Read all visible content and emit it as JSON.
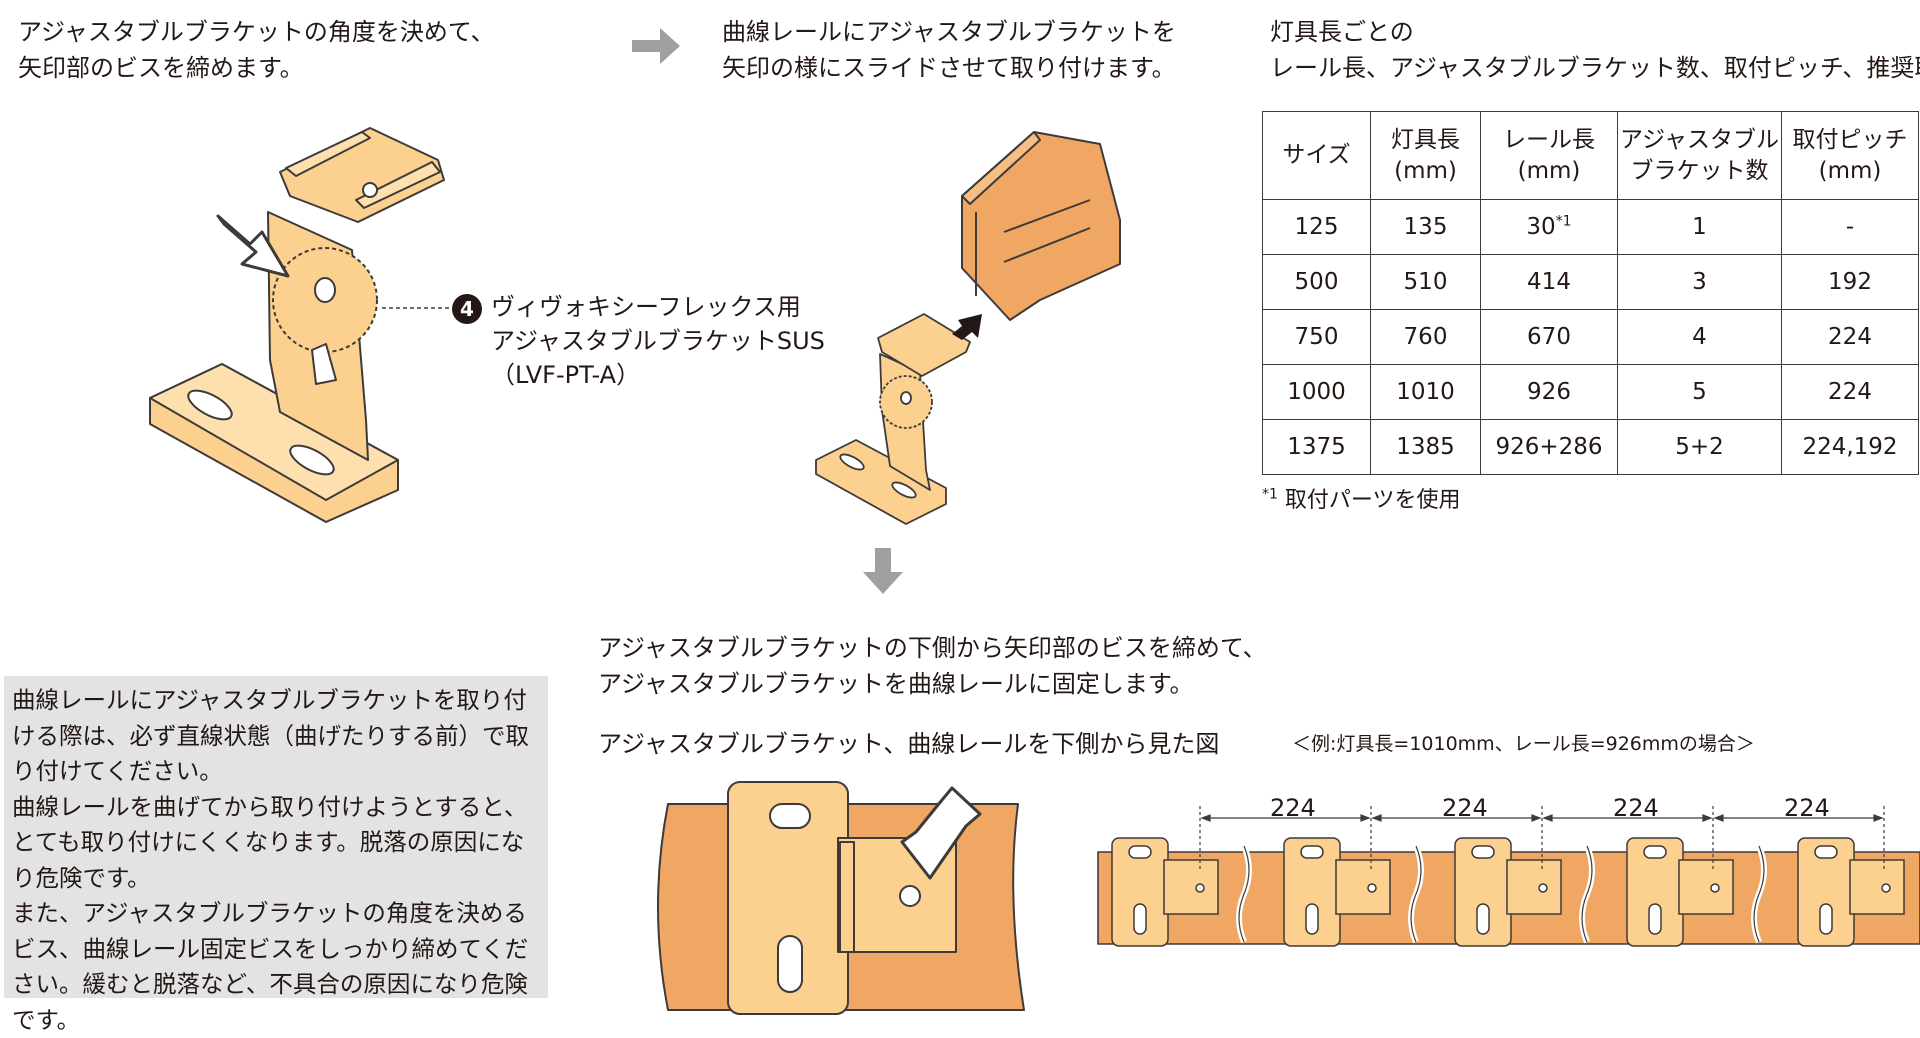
{
  "step1": {
    "lines": [
      "アジャスタブルブラケットの角度を決めて、",
      "矢印部のビスを締めます。"
    ]
  },
  "step2": {
    "lines": [
      "曲線レールにアジャスタブルブラケットを",
      "矢印の様にスライドさせて取り付けます。"
    ]
  },
  "part_callout": {
    "number": "4",
    "line1": "ヴィヴォキシーフレックス用",
    "line2": "アジャスタブルブラケットSUS",
    "line3": "（LVF-PT-A）"
  },
  "spec": {
    "heading_lines": [
      "灯具長ごとの",
      "レール長、アジャスタブルブラケット数、取付ピッチ、推奨取付数"
    ],
    "headers": [
      [
        "サイズ",
        ""
      ],
      [
        "灯具長",
        "(mm)"
      ],
      [
        "レール長",
        "(mm)"
      ],
      [
        "アジャスタブル",
        "ブラケット数"
      ],
      [
        "取付ピッチ",
        "(mm)"
      ]
    ],
    "rows": [
      {
        "size": "125",
        "length": "135",
        "rail": "30",
        "rail_mark": "*1",
        "brackets": "1",
        "pitch": "-"
      },
      {
        "size": "500",
        "length": "510",
        "rail": "414",
        "rail_mark": "",
        "brackets": "3",
        "pitch": "192"
      },
      {
        "size": "750",
        "length": "760",
        "rail": "670",
        "rail_mark": "",
        "brackets": "4",
        "pitch": "224"
      },
      {
        "size": "1000",
        "length": "1010",
        "rail": "926",
        "rail_mark": "",
        "brackets": "5",
        "pitch": "224"
      },
      {
        "size": "1375",
        "length": "1385",
        "rail": "926+286",
        "rail_mark": "",
        "brackets": "5+2",
        "pitch": "224,192"
      }
    ],
    "footnote_mark": "*1",
    "footnote_text": "取付パーツを使用"
  },
  "step3": {
    "lines": [
      "アジャスタブルブラケットの下側から矢印部のビスを締めて、",
      "アジャスタブルブラケットを曲線レールに固定します。"
    ]
  },
  "bottom_view_label": "アジャスタブルブラケット、曲線レールを下側から見た図",
  "example_label": "＜例:灯具長=1010mm、レール長=926mmの場合＞",
  "pitch_labels": [
    "224",
    "224",
    "224",
    "224"
  ],
  "warning": {
    "paragraphs": [
      "曲線レールにアジャスタブルブラケットを取り付ける際は、必ず直線状態（曲げたりする前）で取り付けてください。",
      "曲線レールを曲げてから取り付けようとすると、とても取り付けにくくなります。脱落の原因になり危険です。",
      "また、アジャスタブルブラケットの角度を決めるビス、曲線レール固定ビスをしっかり締めてください。緩むと脱落など、不具合の原因になり危険です。"
    ]
  },
  "colors": {
    "bracket_fill": "#fcd08e",
    "rail_fill": "#f0a764",
    "arrow_gray": "#9fa0a0",
    "outline": "#3e3a39",
    "note_bg": "#e3e3e3"
  }
}
